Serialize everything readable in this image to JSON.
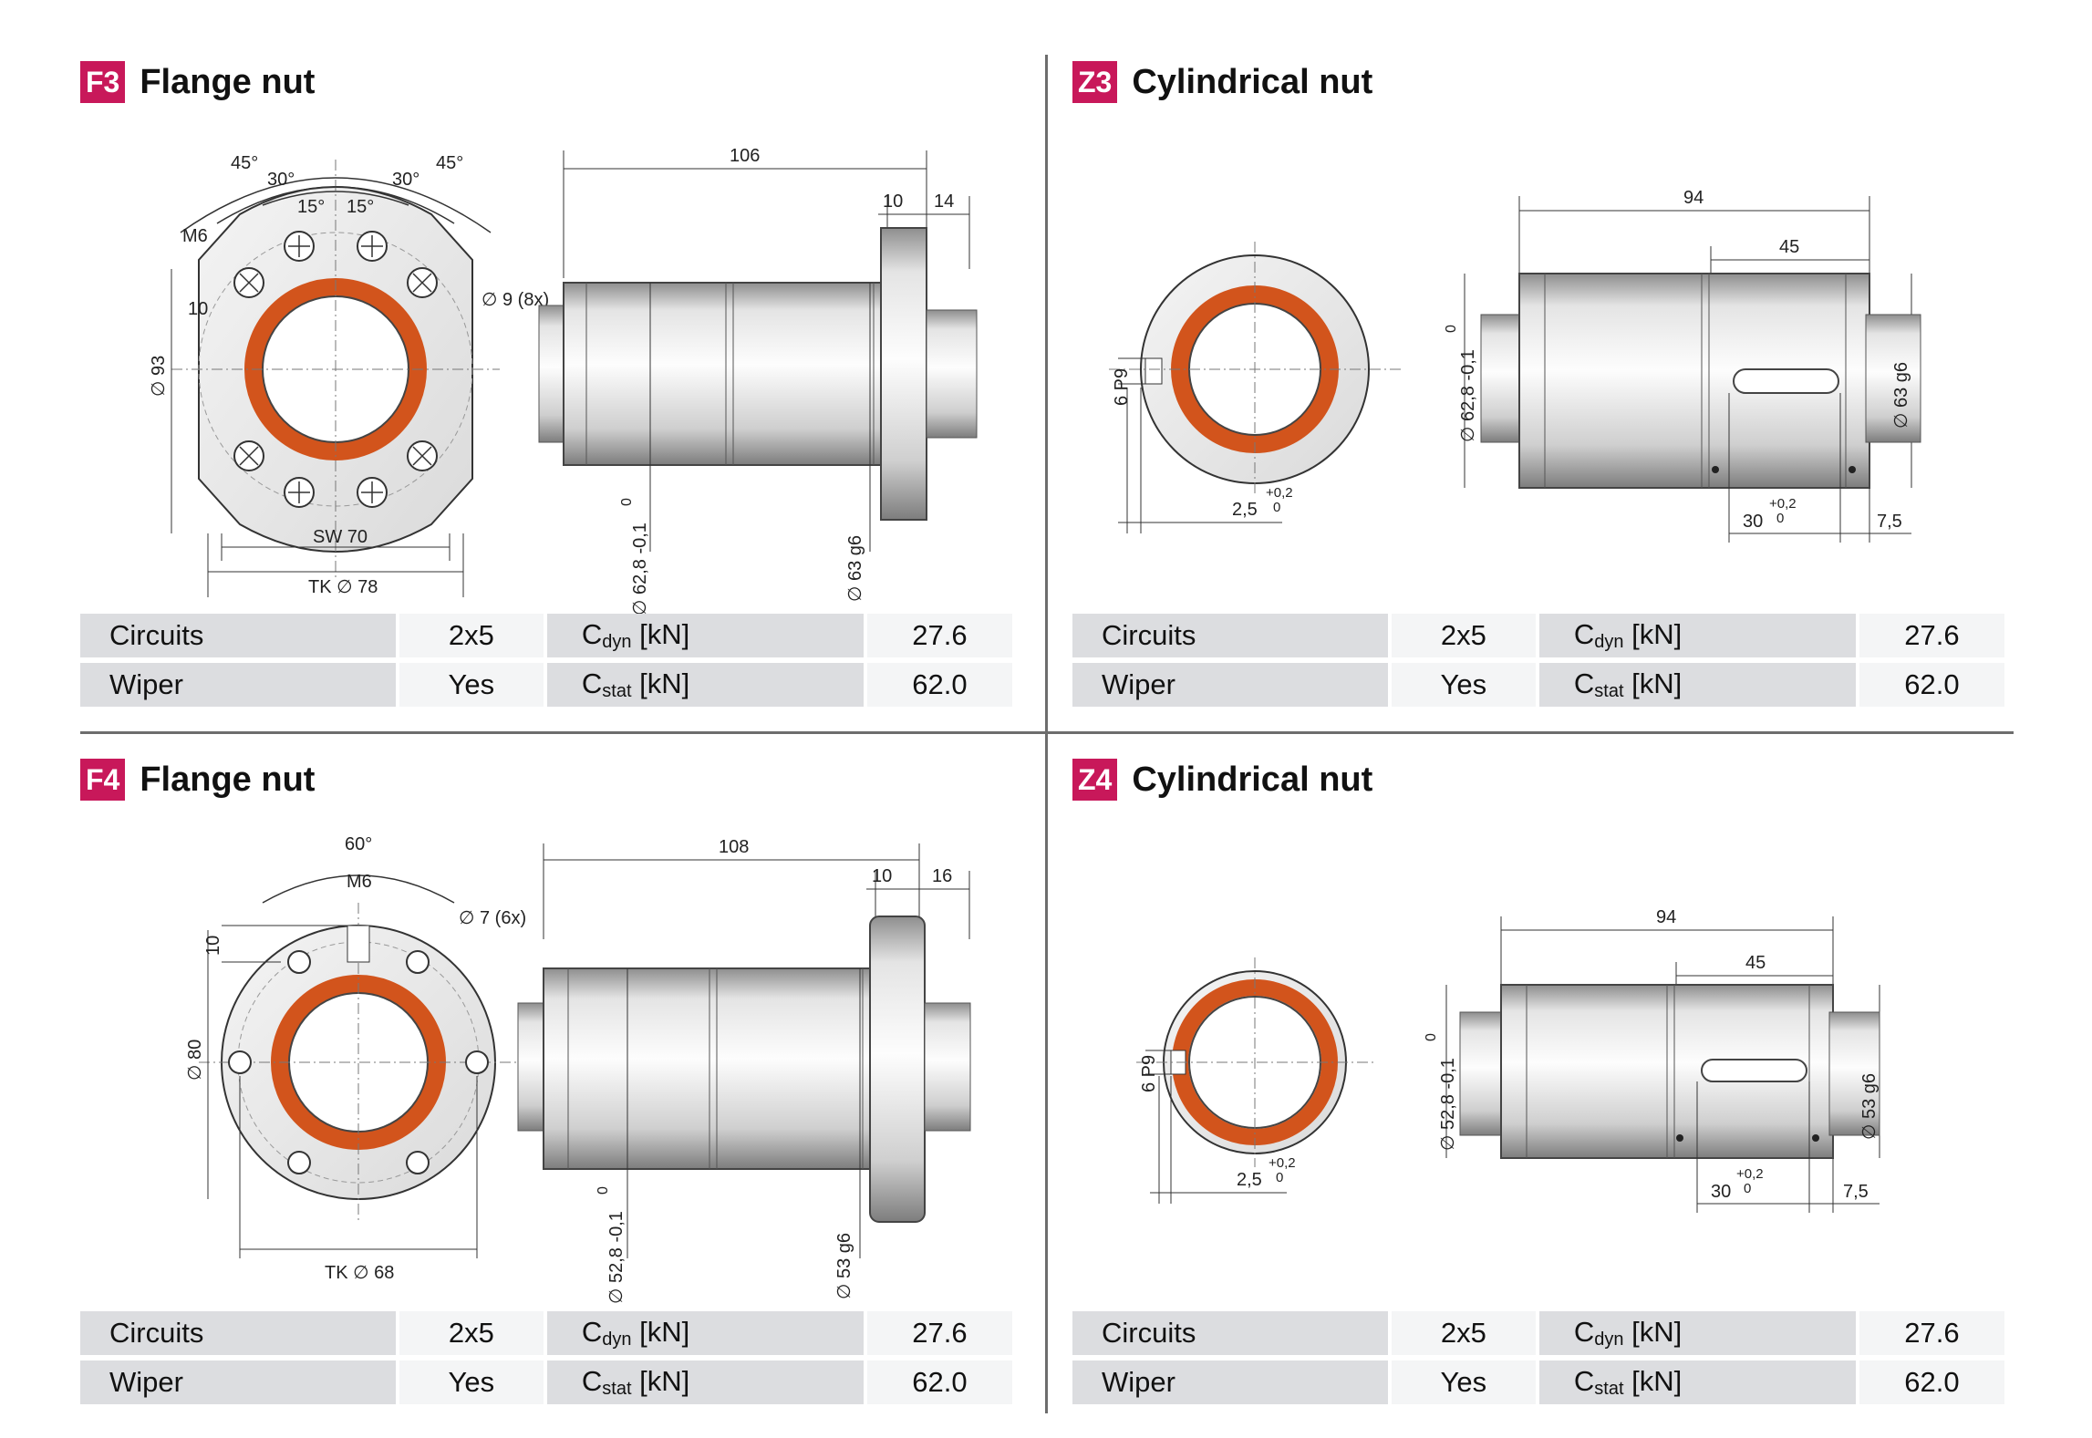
{
  "sections": {
    "f3": {
      "code": "F3",
      "title": "Flange nut",
      "dims": {
        "length": "106",
        "w1": "10",
        "w2": "14",
        "dia": "∅ 93",
        "sw": "SW 70",
        "tk": "TK ∅ 78",
        "holes": "∅ 9 (8x)",
        "thread": "M6",
        "a45l": "45°",
        "a30l": "30°",
        "a15l": "15°",
        "a15r": "15°",
        "a30r": "30°",
        "a45r": "45°",
        "h10": "10",
        "d_body": "∅ 62,8 -0,1",
        "d_body_sup": "0",
        "d_fit": "∅ 63 g6"
      },
      "table": {
        "circuits_label": "Circuits",
        "circuits_value": "2x5",
        "wiper_label": "Wiper",
        "wiper_value": "Yes",
        "cdyn_label_c": "C",
        "cdyn_label_sub": "dyn",
        "cdyn_label_unit": " [kN]",
        "cdyn_value": "27.6",
        "cstat_label_c": "C",
        "cstat_label_sub": "stat",
        "cstat_label_unit": " [kN]",
        "cstat_value": "62.0"
      }
    },
    "z3": {
      "code": "Z3",
      "title": "Cylindrical nut",
      "dims": {
        "length": "94",
        "l45": "45",
        "key": "6 P9",
        "k1": "2,5",
        "k1tol": "+0,2",
        "k1tol0": "0",
        "slot": "30",
        "slottol": "+0,2",
        "slottol0": "0",
        "end": "7,5",
        "d_body": "∅ 62,8 -0,1",
        "d_body_sup": "0",
        "d_fit": "∅ 63 g6"
      },
      "table": {
        "circuits_label": "Circuits",
        "circuits_value": "2x5",
        "wiper_label": "Wiper",
        "wiper_value": "Yes",
        "cdyn_label_c": "C",
        "cdyn_label_sub": "dyn",
        "cdyn_label_unit": " [kN]",
        "cdyn_value": "27.6",
        "cstat_label_c": "C",
        "cstat_label_sub": "stat",
        "cstat_label_unit": " [kN]",
        "cstat_value": "62.0"
      }
    },
    "f4": {
      "code": "F4",
      "title": "Flange nut",
      "dims": {
        "length": "108",
        "w1": "10",
        "w2": "16",
        "dia": "∅ 80",
        "tk": "TK ∅ 68",
        "holes": "∅ 7 (6x)",
        "thread": "M6",
        "angle": "60°",
        "h10": "10",
        "d_body": "∅ 52,8 -0,1",
        "d_body_sup": "0",
        "d_fit": "∅ 53 g6"
      },
      "table": {
        "circuits_label": "Circuits",
        "circuits_value": "2x5",
        "wiper_label": "Wiper",
        "wiper_value": "Yes",
        "cdyn_label_c": "C",
        "cdyn_label_sub": "dyn",
        "cdyn_label_unit": " [kN]",
        "cdyn_value": "27.6",
        "cstat_label_c": "C",
        "cstat_label_sub": "stat",
        "cstat_label_unit": " [kN]",
        "cstat_value": "62.0"
      }
    },
    "z4": {
      "code": "Z4",
      "title": "Cylindrical nut",
      "dims": {
        "length": "94",
        "l45": "45",
        "key": "6 P9",
        "k1": "2,5",
        "k1tol": "+0,2",
        "k1tol0": "0",
        "slot": "30",
        "slottol": "+0,2",
        "slottol0": "0",
        "end": "7,5",
        "d_body": "∅ 52,8 -0,1",
        "d_body_sup": "0",
        "d_fit": "∅ 53 g6"
      },
      "table": {
        "circuits_label": "Circuits",
        "circuits_value": "2x5",
        "wiper_label": "Wiper",
        "wiper_value": "Yes",
        "cdyn_label_c": "C",
        "cdyn_label_sub": "dyn",
        "cdyn_label_unit": " [kN]",
        "cdyn_value": "27.6",
        "cstat_label_c": "C",
        "cstat_label_sub": "stat",
        "cstat_label_unit": " [kN]",
        "cstat_value": "62.0"
      }
    }
  },
  "colors": {
    "accent": "#c8185a",
    "ring": "#d2541c",
    "label_bg": "#dcdde0",
    "value_bg": "#f4f5f6"
  }
}
